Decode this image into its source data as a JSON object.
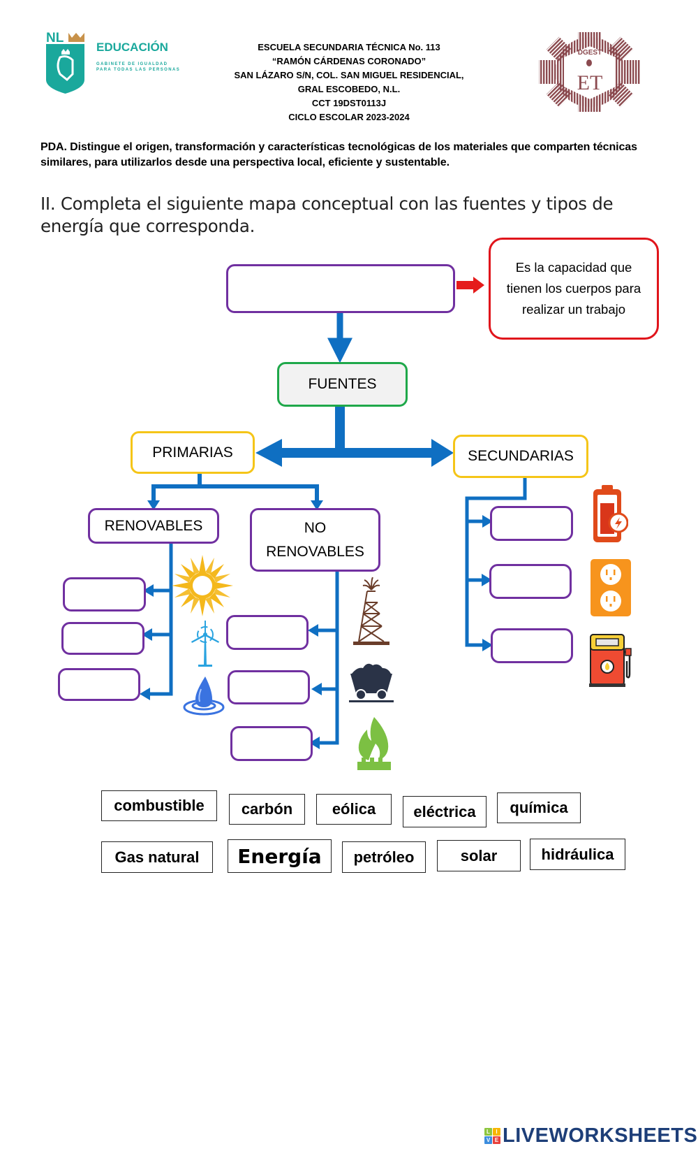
{
  "header": {
    "left_logo": {
      "top_text": "NL",
      "name": "EDUCACIÓN",
      "subtitle_line1": "GABINETE DE IGUALDAD",
      "subtitle_line2": "PARA TODAS LAS PERSONAS",
      "color": "#1aa89c",
      "crown_color": "#c8924a"
    },
    "school_lines": [
      "ESCUELA SECUNDARIA TÉCNICA No. 113",
      "“RAMÓN CÁRDENAS CORONADO”",
      "SAN LÁZARO S/N, COL. SAN MIGUEL RESIDENCIAL,",
      "GRAL ESCOBEDO, N.L.",
      "CCT 19DST0113J",
      "CICLO ESCOLAR 2023-2024"
    ],
    "right_logo": {
      "text": "DGEST",
      "initials": "ET",
      "color": "#8b4a4f"
    }
  },
  "pda_text": "PDA. Distingue el origen, transformación y características tecnológicas de los materiales que comparten técnicas similares, para utilizarlos desde una perspectiva local, eficiente y sustentable.",
  "instruction": "II. Completa el siguiente mapa conceptual con las fuentes y tipos de energía que corresponda.",
  "map": {
    "root_answer": "",
    "definition": "Es la capacidad que tienen los cuerpos para realizar un trabajo",
    "fuentes_label": "FUENTES",
    "primarias_label": "PRIMARIAS",
    "secundarias_label": "SECUNDARIAS",
    "renovables_label": "RENOVABLES",
    "no_renovables_label": "NO RENOVABLES",
    "renovables_answers": [
      "",
      "",
      ""
    ],
    "no_renovables_answers": [
      "",
      "",
      ""
    ],
    "secundarias_answers": [
      "",
      "",
      ""
    ],
    "icons": {
      "renovables": [
        "sun-icon",
        "wind-turbine-icon",
        "water-drop-icon"
      ],
      "no_renovables": [
        "oil-derrick-icon",
        "coal-cart-icon",
        "gas-flame-icon"
      ],
      "secundarias": [
        "battery-icon",
        "power-outlet-icon",
        "fuel-pump-icon"
      ]
    },
    "colors": {
      "connector": "#0f6fc2",
      "drop_border": "#7030a0",
      "primary_border": "#f5c518",
      "fuentes_border": "#1fa84a",
      "definition_border": "#e0141b",
      "arrow_red": "#e51b1b"
    }
  },
  "word_bank": {
    "row1": [
      "combustible",
      "carbón",
      "eólica",
      "eléctrica",
      "química"
    ],
    "row2": [
      "Gas natural",
      "Energía",
      "petróleo",
      "solar",
      "hidráulica"
    ]
  },
  "footer": {
    "brand": "LIVEWORKSHEETS",
    "grid_letters": [
      "L",
      "I",
      "V",
      "E"
    ],
    "grid_colors": [
      "#8dc63f",
      "#f7b500",
      "#3c8dde",
      "#e8413c"
    ]
  }
}
